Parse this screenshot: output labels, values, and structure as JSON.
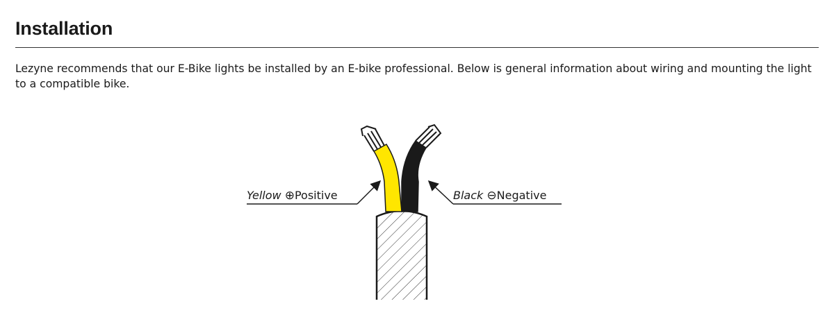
{
  "section": {
    "title": "Installation",
    "intro": "Lezyne recommends that our E-Bike lights be installed by an E-bike professional. Below is general information about wiring and mounting the light to a compatible bike."
  },
  "diagram": {
    "positive_label": {
      "color_name": "Yellow",
      "symbol": "⊕",
      "polarity": "Positive"
    },
    "negative_label": {
      "color_name": "Black",
      "symbol": "⊖",
      "polarity": "Negative"
    },
    "colors": {
      "positive_wire": "#ffe600",
      "negative_wire": "#1a1a1a",
      "outline": "#1a1a1a",
      "sheath": "#ffffff",
      "hatch": "#333333"
    }
  }
}
